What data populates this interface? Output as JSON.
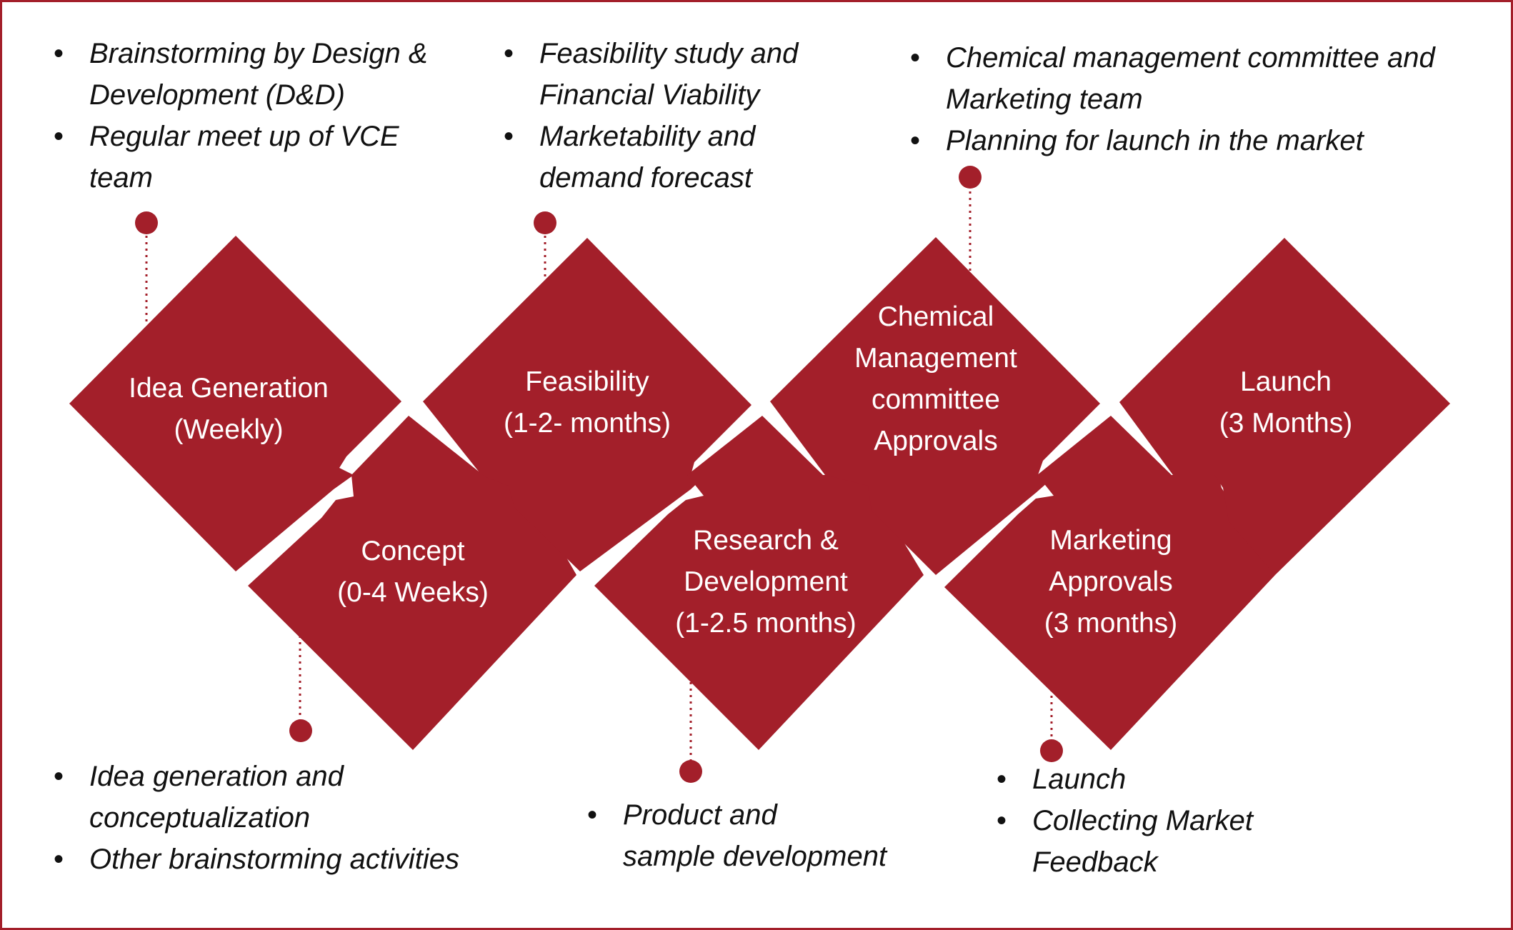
{
  "theme": {
    "accent": "#a31f2a",
    "background": "#ffffff",
    "text": "#111111"
  },
  "stages": [
    {
      "title": "Idea Generation",
      "duration": "(Weekly)"
    },
    {
      "title": "Concept",
      "duration": "(0-4 Weeks)"
    },
    {
      "title": "Feasibility",
      "duration": "(1-2- months)"
    },
    {
      "title": "Research &",
      "title2": "Development",
      "duration": "(1-2.5 months)"
    },
    {
      "title": "Chemical",
      "title2": "Management",
      "title3": "committee",
      "duration": "Approvals"
    },
    {
      "title": "Marketing",
      "title2": "Approvals",
      "duration": "(3 months)"
    },
    {
      "title": "Launch",
      "duration": "(3 Months)"
    }
  ],
  "notes": {
    "idea": [
      "Brainstorming by Design &",
      "Development (D&D)",
      "Regular meet up of VCE",
      "team"
    ],
    "feasibility": [
      "Feasibility study and",
      "Financial Viability",
      "Marketability and",
      "demand forecast"
    ],
    "chemical": [
      "Chemical management committee and",
      "Marketing team",
      "Planning for launch in the market"
    ],
    "concept": [
      "Idea generation and",
      "conceptualization",
      "Other brainstorming activities"
    ],
    "research": [
      "Product and",
      "sample development"
    ],
    "marketing": [
      "Launch",
      "Collecting Market",
      "Feedback"
    ]
  }
}
